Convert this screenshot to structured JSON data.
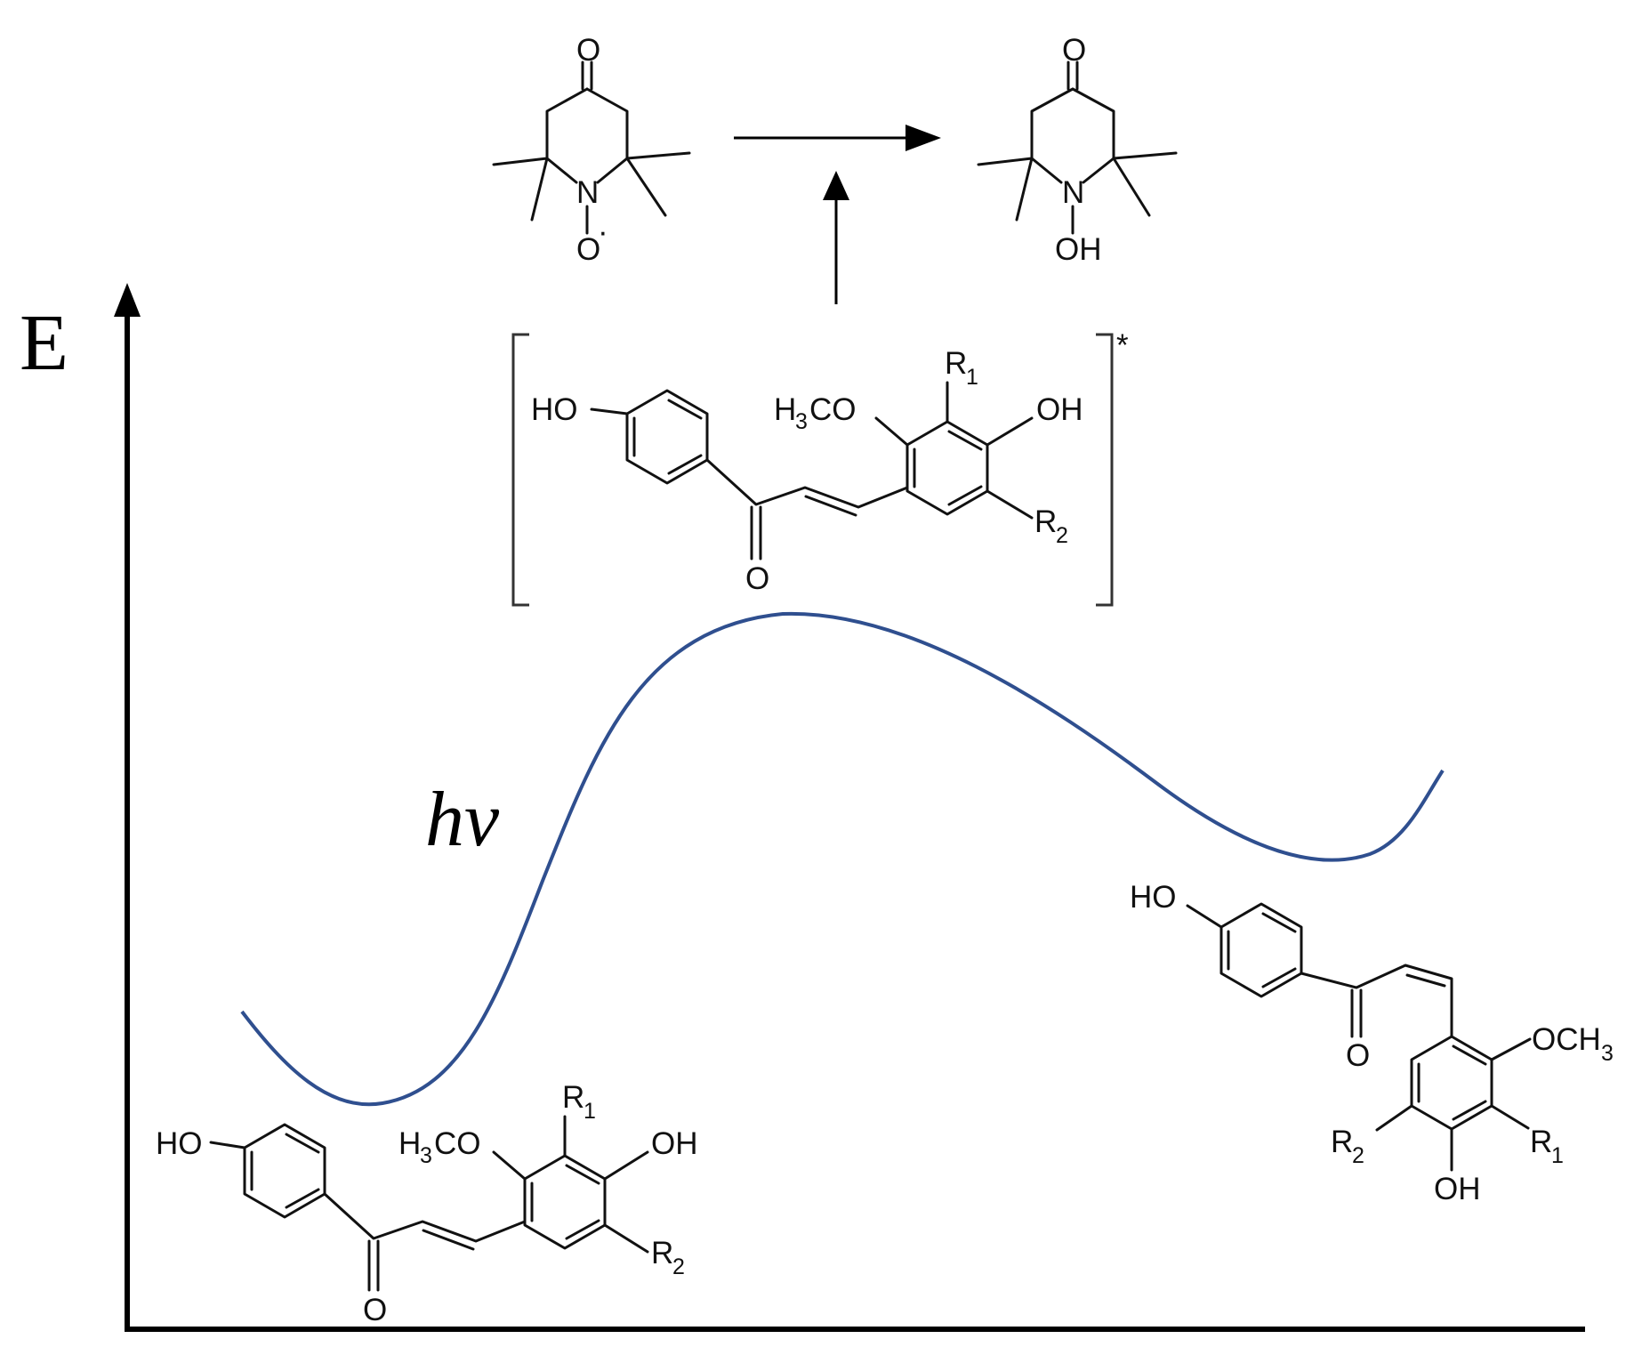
{
  "axis": {
    "y_label": "E"
  },
  "photon_label": "hv",
  "curve_color": "#2f4f8f",
  "excited_state_marker": "*",
  "tempo_radical": {
    "ketone_o": "O",
    "nitrogen": "N",
    "oxygen": "O",
    "radical_dot": "·"
  },
  "tempo_h": {
    "ketone_o": "O",
    "nitrogen": "N",
    "hydroxyl": "OH"
  },
  "chalcone_trans": {
    "ho": "HO",
    "h3co_main": "H",
    "h3co_sub": "3",
    "h3co_rest": "CO",
    "r1_main": "R",
    "r1_sub": "1",
    "oh": "OH",
    "r2_main": "R",
    "r2_sub": "2",
    "carbonyl_o": "O"
  },
  "chalcone_excited": {
    "ho": "HO",
    "h3co_main": "H",
    "h3co_sub": "3",
    "h3co_rest": "CO",
    "r1_main": "R",
    "r1_sub": "1",
    "oh": "OH",
    "r2_main": "R",
    "r2_sub": "2",
    "carbonyl_o": "O"
  },
  "chalcone_cis": {
    "ho": "HO",
    "och3_main": "OCH",
    "och3_sub": "3",
    "r1_main": "R",
    "r1_sub": "1",
    "r2_main": "R",
    "r2_sub": "2",
    "oh": "OH",
    "carbonyl_o": "O"
  }
}
